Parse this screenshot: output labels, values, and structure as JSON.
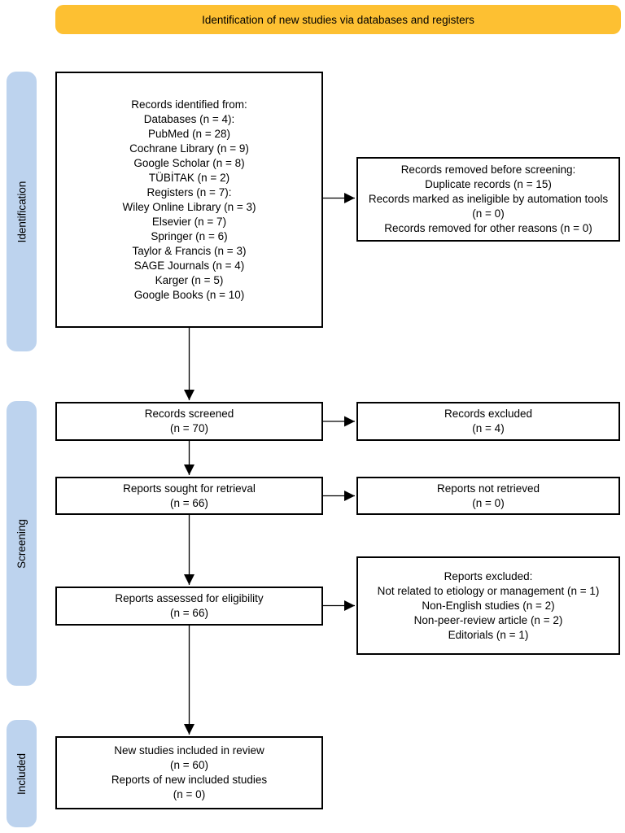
{
  "banner": {
    "label": "Identification of new studies via databases and registers",
    "bg_color": "#FDC032"
  },
  "side_labels": {
    "identification": "Identification",
    "screening": "Screening",
    "included": "Included",
    "bg_color": "#BDD3EE"
  },
  "boxes": {
    "records_identified": {
      "lines": [
        "Records identified from:",
        "Databases (n = 4):",
        "PubMed (n = 28)",
        "Cochrane Library (n = 9)",
        "Google Scholar (n = 8)",
        "TÜBİTAK (n = 2)",
        "Registers (n = 7):",
        "Wiley Online Library (n = 3)",
        "Elsevier (n = 7)",
        "Springer (n = 6)",
        "Taylor & Francis (n = 3)",
        "SAGE Journals (n = 4)",
        "Karger (n = 5)",
        "Google Books (n = 10)"
      ]
    },
    "records_removed": {
      "lines": [
        "Records removed before screening:",
        "Duplicate records (n = 15)",
        "Records marked as ineligible by automation tools (n = 0)",
        "Records removed for other reasons (n = 0)"
      ]
    },
    "records_screened": {
      "lines": [
        "Records screened",
        "(n = 70)"
      ]
    },
    "records_excluded": {
      "lines": [
        "Records excluded",
        "(n = 4)"
      ]
    },
    "reports_sought": {
      "lines": [
        "Reports sought for retrieval",
        "(n = 66)"
      ]
    },
    "reports_not_retrieved": {
      "lines": [
        "Reports not retrieved",
        "(n = 0)"
      ]
    },
    "reports_assessed": {
      "lines": [
        "Reports assessed for eligibility",
        "(n = 66)"
      ]
    },
    "reports_excluded": {
      "lines": [
        "Reports excluded:",
        "Not related to etiology or management (n = 1)",
        "Non-English studies (n = 2)",
        "Non-peer-review article (n = 2)",
        "Editorials (n = 1)"
      ]
    },
    "new_studies_included": {
      "lines": [
        "New studies included in review",
        "(n = 60)",
        "Reports of new included studies",
        "(n = 0)"
      ]
    }
  }
}
